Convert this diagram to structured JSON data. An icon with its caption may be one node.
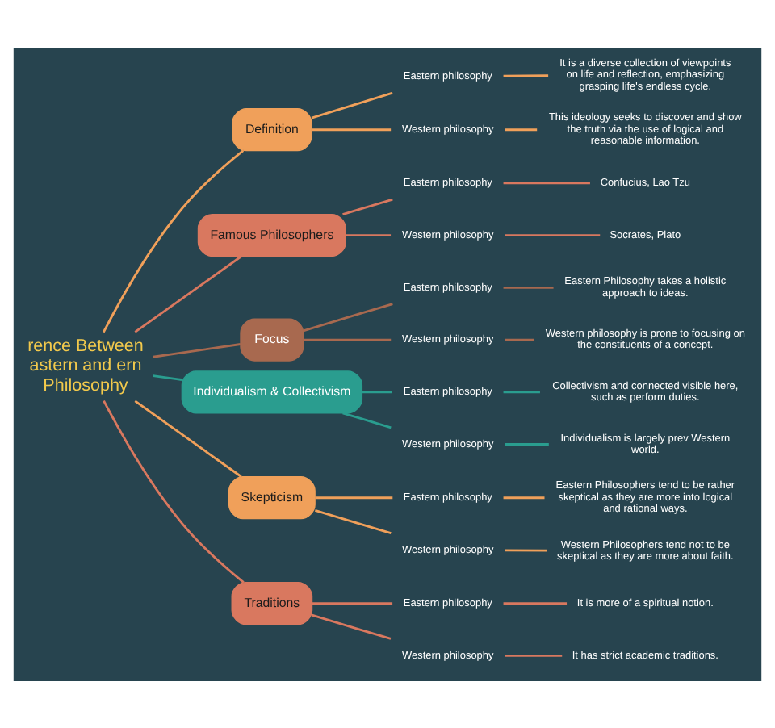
{
  "diagram": {
    "nodes": [
      {
        "text": [
          "rence Between astern and ern Philosophy"
        ]
      },
      {
        "text": [
          "Definition"
        ]
      },
      {
        "text": [
          "Eastern philosophy"
        ]
      },
      {
        "text": [
          "It is a diverse collection of viewpoints on life and reflection, emphasizing grasping life's endless cycle."
        ]
      },
      {
        "text": [
          "Western philosophy"
        ]
      },
      {
        "text": [
          "This ideology seeks to discover and show the truth via the use of logical and reasonable information."
        ]
      },
      {
        "text": [
          "Famous Philosophers"
        ]
      },
      {
        "text": [
          "Eastern philosophy"
        ]
      },
      {
        "text": [
          "Confucius, Lao Tzu"
        ]
      },
      {
        "text": [
          "Western philosophy"
        ]
      },
      {
        "text": [
          "Socrates, Plato"
        ]
      },
      {
        "text": [
          "Focus"
        ]
      },
      {
        "text": [
          "Eastern philosophy"
        ]
      },
      {
        "text": [
          "Eastern Philosophy takes a holistic approach to ideas."
        ]
      },
      {
        "text": [
          "Western philosophy"
        ]
      },
      {
        "text": [
          "Western philosophy is prone to focusing on the constituents of a concept."
        ]
      },
      {
        "text": [
          "Individualism & Collectivism"
        ]
      },
      {
        "text": [
          "Eastern philosophy"
        ]
      },
      {
        "text": [
          "Collectivism and connected visible here, such as perform duties."
        ]
      },
      {
        "text": [
          "Western philosophy"
        ]
      },
      {
        "text": [
          "Individualism is largely prev Western world."
        ]
      },
      {
        "text": [
          "Skepticism"
        ]
      },
      {
        "text": [
          "Eastern philosophy"
        ]
      },
      {
        "text": [
          "Eastern Philosophers tend to be rather skeptical as they are more into logical and rational ways."
        ]
      },
      {
        "text": [
          "Western philosophy"
        ]
      },
      {
        "text": [
          "Western Philosophers tend not to be skeptical as they are more about faith."
        ]
      },
      {
        "text": [
          "Traditions"
        ]
      },
      {
        "text": [
          "Eastern philosophy"
        ]
      },
      {
        "text": [
          "It is more of a spiritual notion."
        ]
      },
      {
        "text": [
          "Western philosophy"
        ]
      },
      {
        "text": [
          "It has strict academic traditions."
        ]
      }
    ],
    "edges": [
      {
        "from": 0,
        "to": 1,
        "arrow": "none",
        "color": "#f0a05a"
      },
      {
        "from": 1,
        "to": 2,
        "arrow": "none",
        "color": "#f0a05a"
      },
      {
        "from": 2,
        "to": 3,
        "arrow": "none",
        "color": "#f0a05a"
      },
      {
        "from": 1,
        "to": 4,
        "arrow": "none",
        "color": "#f0a05a"
      },
      {
        "from": 4,
        "to": 5,
        "arrow": "none",
        "color": "#f0a05a"
      },
      {
        "from": 0,
        "to": 6,
        "arrow": "none",
        "color": "#d9785f"
      },
      {
        "from": 6,
        "to": 7,
        "arrow": "none",
        "color": "#d9785f"
      },
      {
        "from": 7,
        "to": 8,
        "arrow": "none",
        "color": "#d9785f"
      },
      {
        "from": 6,
        "to": 9,
        "arrow": "none",
        "color": "#d9785f"
      },
      {
        "from": 9,
        "to": 10,
        "arrow": "none",
        "color": "#d9785f"
      },
      {
        "from": 0,
        "to": 11,
        "arrow": "none",
        "color": "#a8694f"
      },
      {
        "from": 11,
        "to": 12,
        "arrow": "none",
        "color": "#a8694f"
      },
      {
        "from": 12,
        "to": 13,
        "arrow": "none",
        "color": "#a8694f"
      },
      {
        "from": 11,
        "to": 14,
        "arrow": "none",
        "color": "#a8694f"
      },
      {
        "from": 14,
        "to": 15,
        "arrow": "none",
        "color": "#a8694f"
      },
      {
        "from": 0,
        "to": 16,
        "arrow": "none",
        "color": "#2a9d8f"
      },
      {
        "from": 16,
        "to": 17,
        "arrow": "none",
        "color": "#2a9d8f"
      },
      {
        "from": 17,
        "to": 18,
        "arrow": "none",
        "color": "#2a9d8f"
      },
      {
        "from": 16,
        "to": 19,
        "arrow": "none",
        "color": "#2a9d8f"
      },
      {
        "from": 19,
        "to": 20,
        "arrow": "none",
        "color": "#2a9d8f"
      },
      {
        "from": 0,
        "to": 21,
        "arrow": "none",
        "color": "#f0a05a"
      },
      {
        "from": 21,
        "to": 22,
        "arrow": "none",
        "color": "#f0a05a"
      },
      {
        "from": 22,
        "to": 23,
        "arrow": "none",
        "color": "#f0a05a"
      },
      {
        "from": 21,
        "to": 24,
        "arrow": "none",
        "color": "#f0a05a"
      },
      {
        "from": 24,
        "to": 25,
        "arrow": "none",
        "color": "#f0a05a"
      },
      {
        "from": 0,
        "to": 26,
        "arrow": "none",
        "color": "#d9785f"
      },
      {
        "from": 26,
        "to": 27,
        "arrow": "none",
        "color": "#d9785f"
      },
      {
        "from": 27,
        "to": 28,
        "arrow": "none",
        "color": "#d9785f"
      },
      {
        "from": 26,
        "to": 29,
        "arrow": "none",
        "color": "#d9785f"
      },
      {
        "from": 29,
        "to": 30,
        "arrow": "none",
        "color": "#d9785f"
      }
    ]
  }
}
